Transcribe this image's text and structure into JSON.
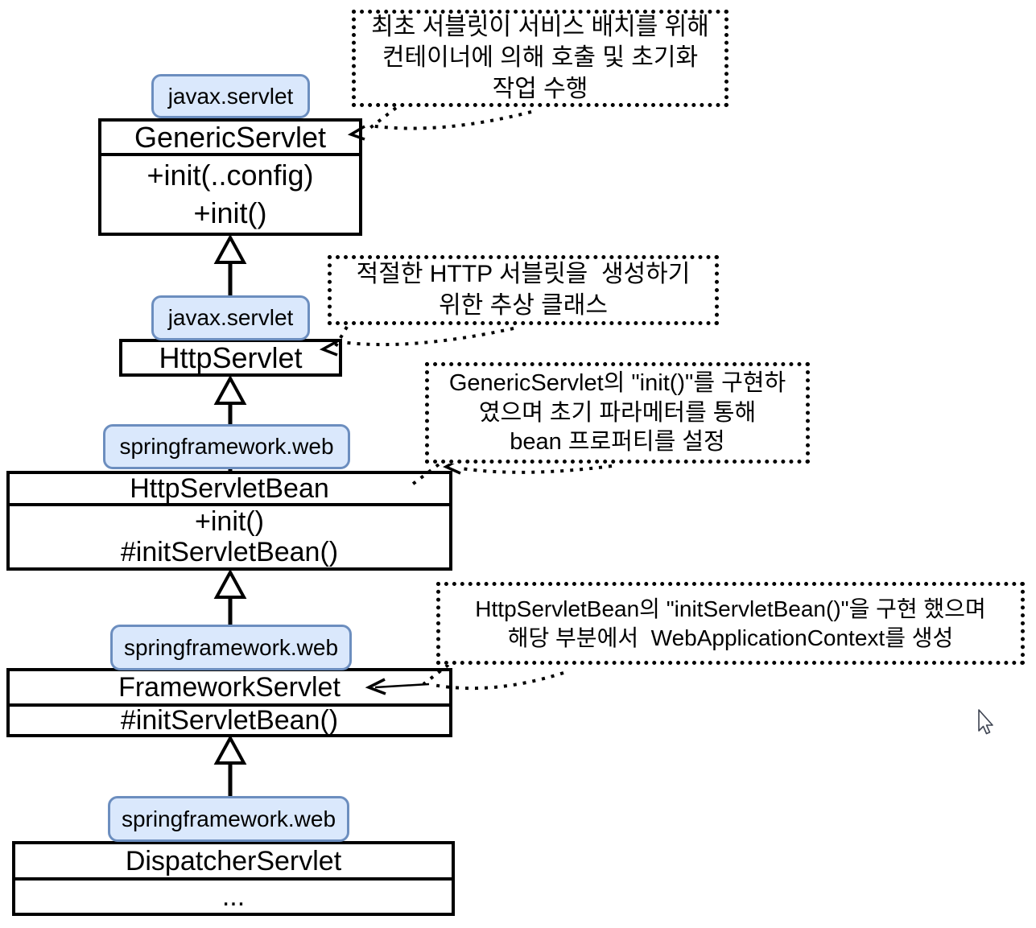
{
  "diagram": {
    "classes": [
      {
        "package": "javax.servlet",
        "name": "GenericServlet",
        "members": [
          "+init(..config)",
          "+init()"
        ]
      },
      {
        "package": "javax.servlet",
        "name": "HttpServlet",
        "members": []
      },
      {
        "package": "springframework.web",
        "name": "HttpServletBean",
        "members": [
          "+init()",
          "#initServletBean()"
        ]
      },
      {
        "package": "springframework.web",
        "name": "FrameworkServlet",
        "members": [
          "#initServletBean()"
        ]
      },
      {
        "package": "springframework.web",
        "name": "DispatcherServlet",
        "members": [
          "..."
        ]
      }
    ],
    "notes": [
      {
        "lines": [
          "최초 서블릿이 서비스 배치를 위해",
          "컨테이너에 의해 호출 및 초기화",
          "작업 수행"
        ]
      },
      {
        "lines": [
          "적절한 HTTP 서블릿을  생성하기",
          "위한 추상 클래스"
        ]
      },
      {
        "lines": [
          "GenericServlet의 \"init()\"를 구현하",
          "였으며 초기 파라메터를 통해",
          "bean 프로퍼티를 설정"
        ]
      },
      {
        "lines": [
          "HttpServletBean의 \"initServletBean()\"을 구현 했으며",
          "해당 부분에서  WebApplicationContext를 생성"
        ]
      }
    ],
    "colors": {
      "package_tag_fill": "#dae8fc",
      "package_tag_border": "#6c8ebf",
      "box_border": "#000000",
      "text": "#000000"
    }
  }
}
